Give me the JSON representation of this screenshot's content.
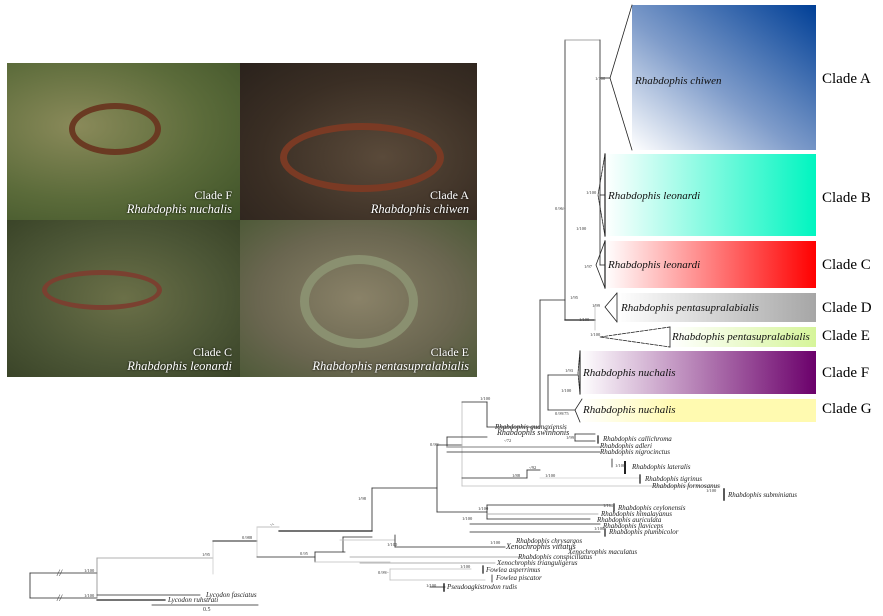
{
  "photos": [
    {
      "clade": "Clade F",
      "species": "Rhabdophis nuchalis"
    },
    {
      "clade": "Clade A",
      "species": "Rhabdophis chiwen"
    },
    {
      "clade": "Clade C",
      "species": "Rhabdophis leonardi"
    },
    {
      "clade": "Clade E",
      "species": "Rhabdophis pentasupralabialis"
    }
  ],
  "clades": [
    {
      "label": "Clade A",
      "species": "Rhabdophis chiwen",
      "color": "#003f96",
      "support": "1/100"
    },
    {
      "label": "Clade B",
      "species": "Rhabdophis leonardi",
      "color": "#00f5c0",
      "support": "1/100"
    },
    {
      "label": "Clade C",
      "species": "Rhabdophis leonardi",
      "color": "#ff0000",
      "support": "1/97"
    },
    {
      "label": "Clade D",
      "species": "Rhabdophis pentasupralabialis",
      "color": "#a6a6a6",
      "support": "1/99"
    },
    {
      "label": "Clade E",
      "species": "Rhabdophis pentasupralabialis",
      "color": "#d6f59a",
      "support": "1/100"
    },
    {
      "label": "Clade F",
      "species": "Rhabdophis nuchalis",
      "color": "#6b006b",
      "support": "1/93"
    },
    {
      "label": "Clade G",
      "species": "Rhabdophis nuchalis",
      "color": "#fffab0",
      "support": "0.99/75"
    }
  ],
  "taxa": [
    "Rhabdophis guangxiensis",
    "Rhabdophis swinhonis",
    "Rhabdophis callichroma",
    "Rhabdophis adleri",
    "Rhabdophis nigrocinctus",
    "Rhabdophis lateralis",
    "Rhabdophis tigrinus",
    "Rhabdophis formosanus",
    "Rhabdophis subminiatus",
    "Rhabdophis ceylonensis",
    "Rhabdophis himalayanus",
    "Rhabdophis auriculata",
    "Rhabdophis flaviceps",
    "Rhabdophis plumbicolor",
    "Rhabdophis chrysargos",
    "Xenochrophis vittatus",
    "Xenochrophis maculatus",
    "Rhabdophis conspicillatus",
    "Xenochrophis trianguligerus",
    "Fowlea asperrimus",
    "Fowlea piscator",
    "Pseudoagkistrodon rudis",
    "Lycodon fasciatus",
    "Lycodon ruhstrati"
  ],
  "support_values": [
    "1/95",
    "0.96/-",
    "1/100",
    "0.99/-",
    "1/100",
    "1/100",
    "1/100",
    "1/99",
    "0.99/-",
    "-/72",
    "1/100",
    "-/92",
    "1/88",
    "1/100",
    "1/100",
    "1/100",
    "1/100",
    "1/100",
    "1/100",
    "1/100",
    "1/100",
    "1/98",
    "1/100",
    "0.988",
    "-/-",
    "1/95",
    "0.95",
    "1/100",
    "1/100",
    "1/100"
  ],
  "scale_bar": "0.5",
  "break_marks": [
    "//",
    "//"
  ]
}
